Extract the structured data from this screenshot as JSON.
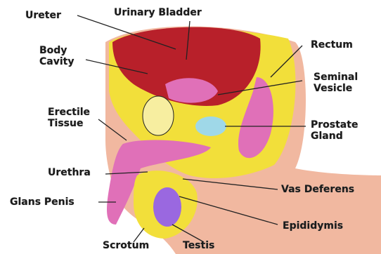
{
  "diagram": {
    "labels": {
      "ureter": "Ureter",
      "urinary_bladder": "Urinary Bladder",
      "body_cavity_1": "Body",
      "body_cavity_2": "Cavity",
      "rectum": "Rectum",
      "seminal_vesicle_1": "Seminal",
      "seminal_vesicle_2": "Vesicle",
      "erectile_tissue_1": "Erectile",
      "erectile_tissue_2": "Tissue",
      "prostate_gland_1": "Prostate",
      "prostate_gland_2": "Gland",
      "urethra": "Urethra",
      "vas_deferens": "Vas Deferens",
      "glans_penis": "Glans Penis",
      "epididymis": "Epididymis",
      "scrotum": "Scrotum",
      "testis": "Testis"
    },
    "colors": {
      "background": "#ffffff",
      "fat_yellow": "#f2df3a",
      "skin": "#f1b8a0",
      "bladder_red": "#b8202a",
      "tissue_pink": "#e070b8",
      "testis_purple": "#9a68e0",
      "line": "#222222"
    }
  }
}
